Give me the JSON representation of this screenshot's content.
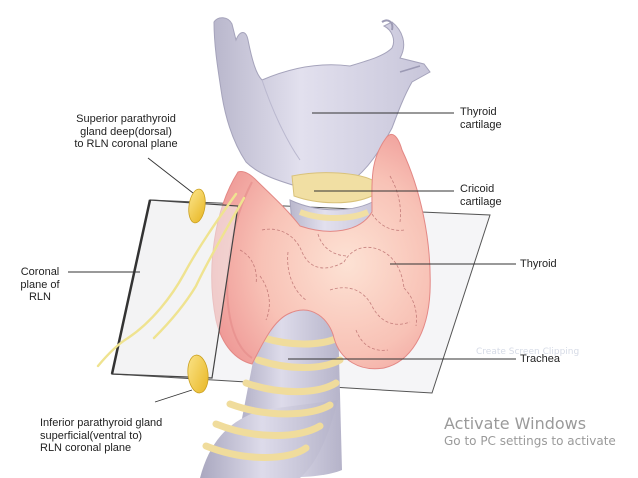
{
  "labels": {
    "superior": [
      "Superior parathyroid",
      "gland deep(dorsal)",
      "to RLN coronal plane"
    ],
    "coronal": [
      "Coronal",
      "plane of",
      "RLN"
    ],
    "inferior": [
      "Inferior parathyroid gland",
      "superficial(ventral to)",
      "RLN coronal plane"
    ],
    "thyroid_cartilage": [
      "Thyroid",
      "cartilage"
    ],
    "cricoid_cartilage": [
      "Cricoid",
      "cartilage"
    ],
    "thyroid": "Thyroid",
    "trachea": "Trachea"
  },
  "watermark": {
    "title": "Activate Windows",
    "subtitle": "Go to PC settings to activate",
    "ghost_text": "Create Screen Clipping"
  },
  "colors": {
    "cartilage": "#d3d1e2",
    "cartilage_dark": "#a7a5bd",
    "thyroid_pink": "#f2a8a4",
    "thyroid_light": "#fbd8cc",
    "parathyroid": "#f1ca3c",
    "ring": "#f1dfa3",
    "nerve": "#efe390"
  }
}
